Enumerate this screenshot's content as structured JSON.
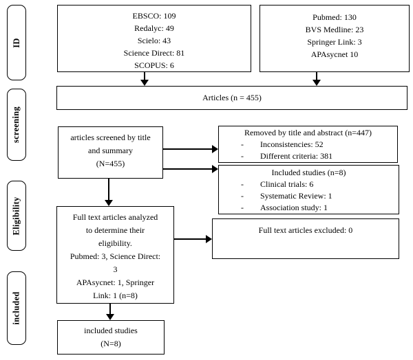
{
  "diagram": {
    "background": "#ffffff",
    "line_color": "#000000",
    "bullet_char": "-",
    "stages": [
      {
        "label": "ID"
      },
      {
        "label": "screening"
      },
      {
        "label": "Eligibility"
      },
      {
        "label": "included"
      }
    ],
    "boxes": {
      "sources_left": {
        "lines": [
          "EBSCO: 109",
          "Redalyc: 49",
          "Scielo: 43",
          "Science Direct: 81",
          "SCOPUS: 6"
        ]
      },
      "sources_right": {
        "lines": [
          "Pubmed: 130",
          "BVS Medline: 23",
          "Springer Link: 3",
          "APAsycnet 10"
        ]
      },
      "articles": {
        "text": "Articles (n = 455)"
      },
      "screened": {
        "lines": [
          "articles screened by title",
          "and summary",
          "(N=455)"
        ]
      },
      "removed": {
        "title": "Removed by title and abstract (n=447)",
        "items": [
          "Inconsistencies: 52",
          "Different criteria: 381"
        ]
      },
      "included_types": {
        "title": "Included studies (n=8)",
        "items": [
          "Clinical trials: 6",
          "Systematic Review: 1",
          "Association study: 1"
        ]
      },
      "fulltext": {
        "lines": [
          "Full text articles analyzed",
          "to determine their",
          "eligibility.",
          "Pubmed: 3, Science Direct:",
          "3",
          "APAsycnet: 1, Springer",
          "Link: 1 (n=8)"
        ]
      },
      "excluded": {
        "text": "Full text articles excluded: 0"
      },
      "included_final": {
        "lines": [
          "included studies",
          "(N=8)"
        ]
      }
    }
  }
}
